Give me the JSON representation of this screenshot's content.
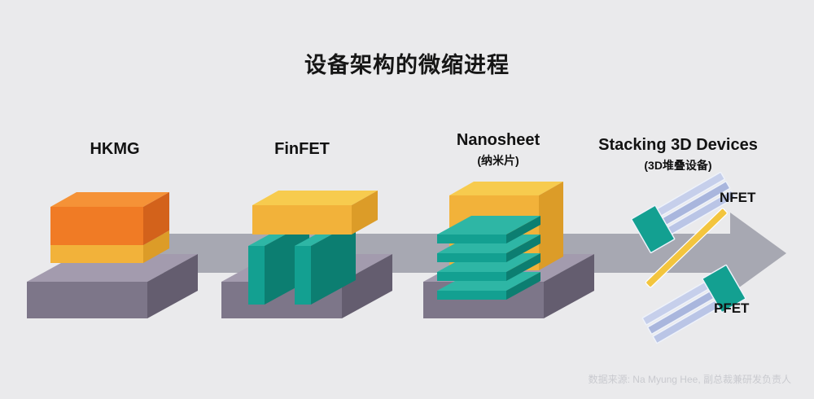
{
  "title": "设备架构的微缩进程",
  "stages": [
    {
      "label": "HKMG",
      "sublabel": ""
    },
    {
      "label": "FinFET",
      "sublabel": ""
    },
    {
      "label": "Nanosheet",
      "sublabel": "(纳米片)"
    },
    {
      "label": "Stacking 3D Devices",
      "sublabel": "(3D堆叠设备)"
    }
  ],
  "device_labels": {
    "nfet": "NFET",
    "pfet": "PFET"
  },
  "source": "数据来源: Na Myung Hee, 副总裁兼研发负责人",
  "colors": {
    "background": "#eaeaec",
    "arrow": "#a7a8b2",
    "substrate_top": "#a39bae",
    "substrate_front": "#7d7689",
    "substrate_side": "#645d6f",
    "teal_top": "#2eb6a5",
    "teal_front": "#13a091",
    "teal_side": "#0c7e71",
    "yellow_top": "#f7cb4e",
    "yellow_front": "#f2b23a",
    "yellow_side": "#dc9c28",
    "orange_top": "#f59237",
    "orange_front": "#f07b25",
    "orange_side": "#d3621b",
    "periwinkle_light": "#c6cfeb",
    "periwinkle": "#a9b6dd",
    "gate_bar_yellow": "#f3c53e"
  }
}
